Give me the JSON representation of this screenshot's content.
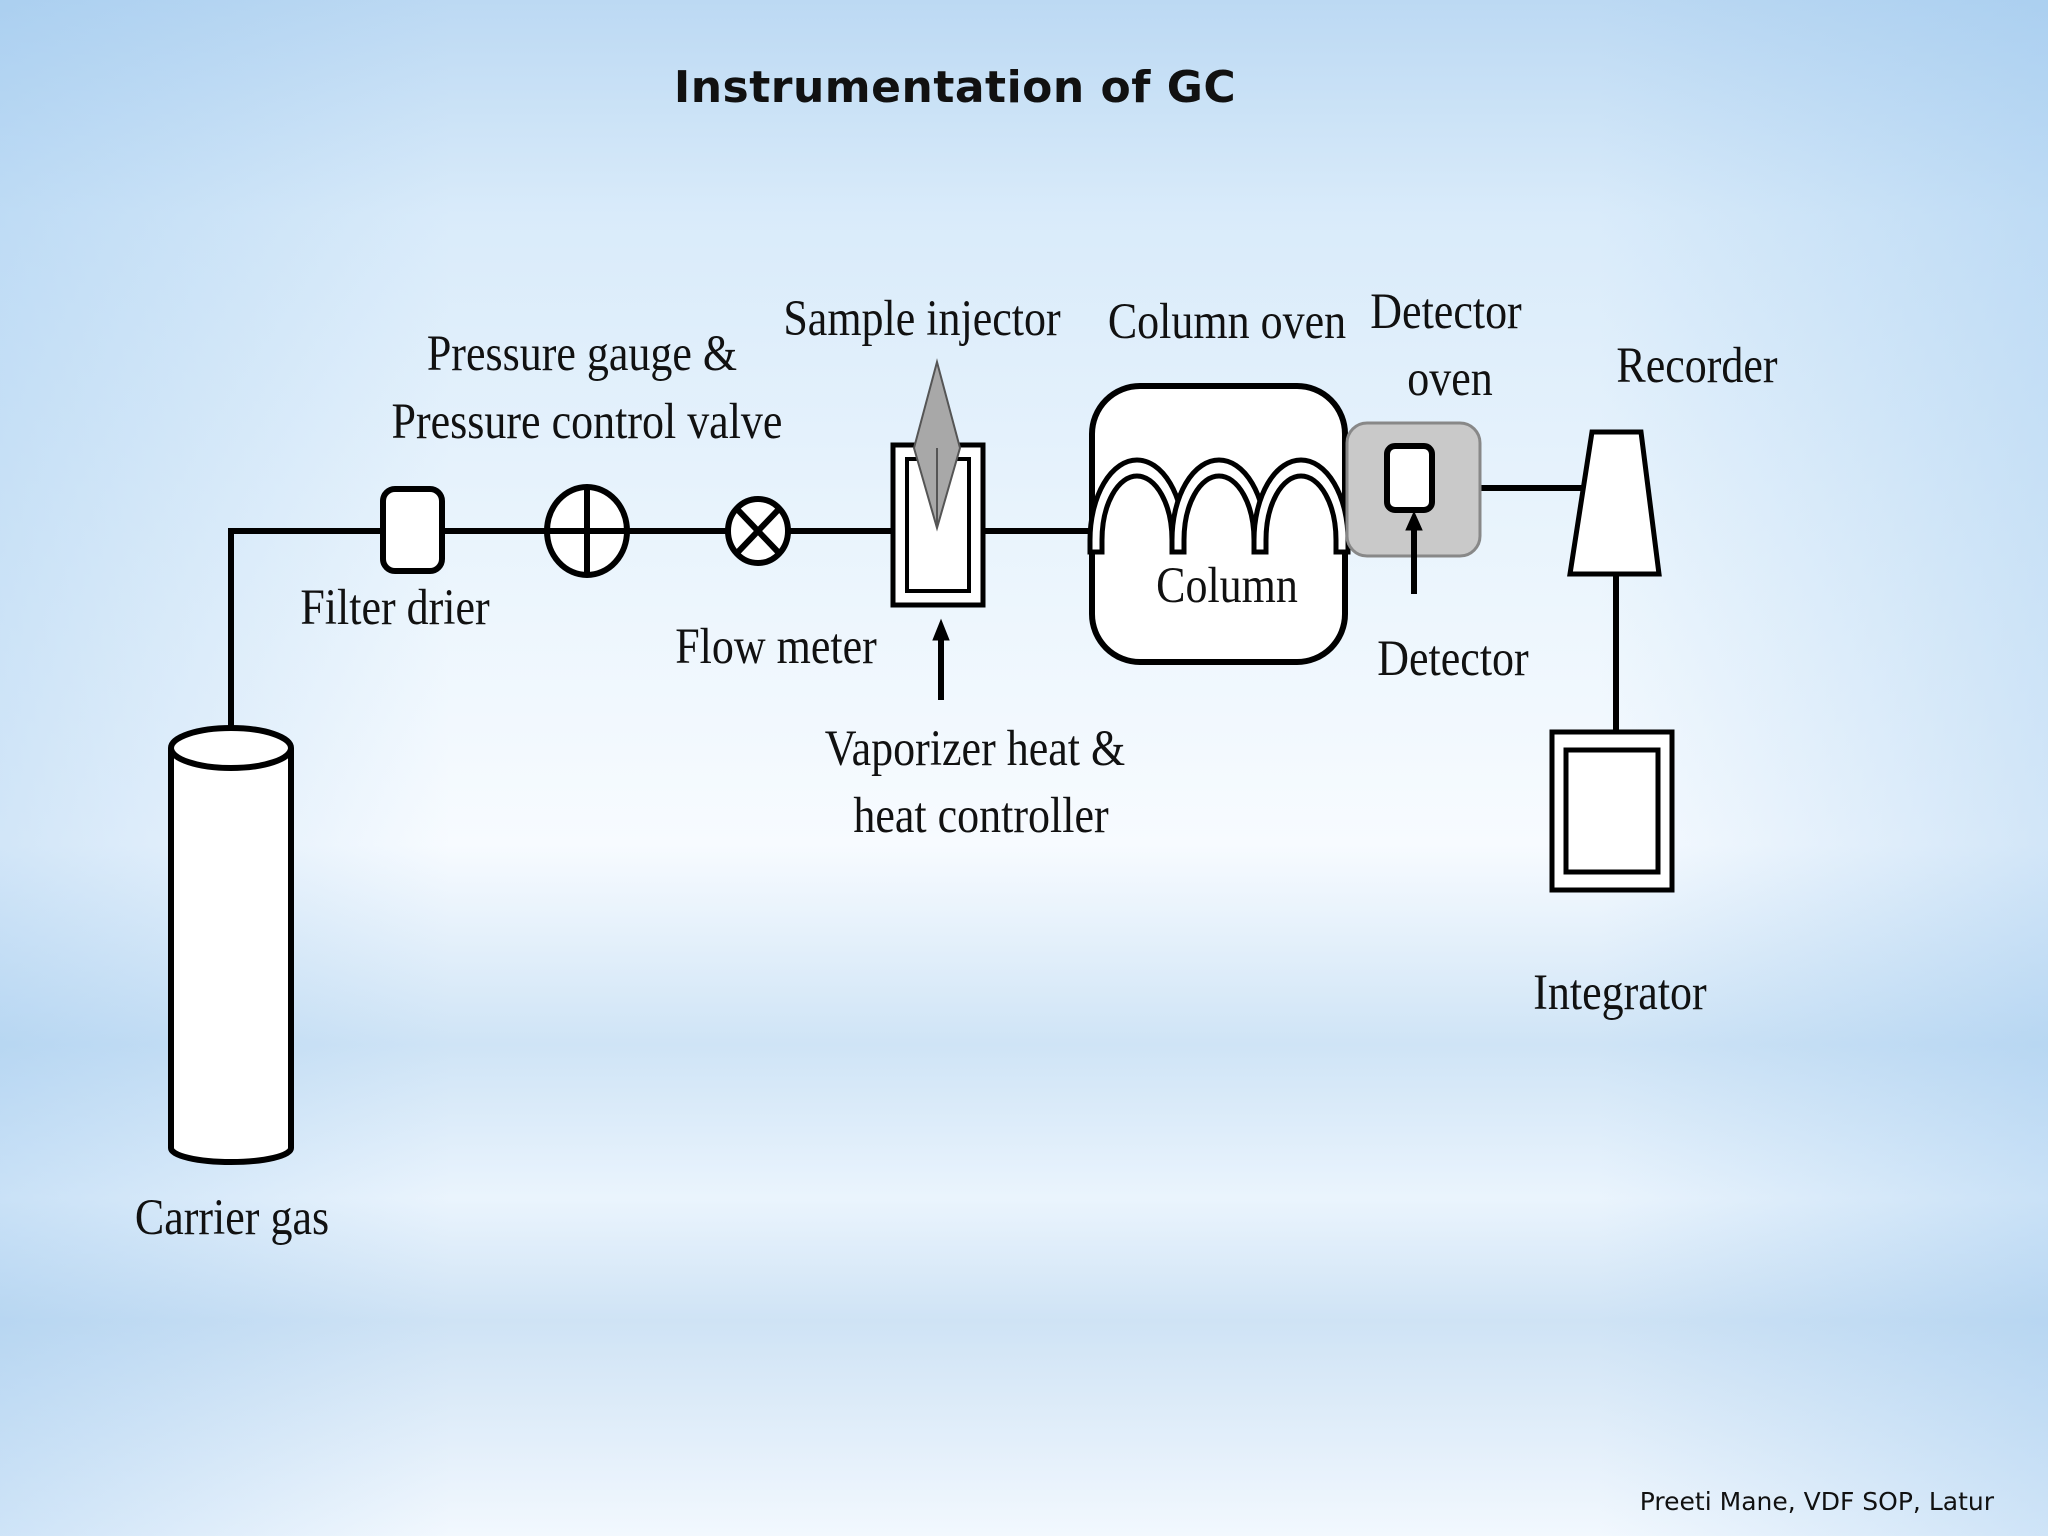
{
  "title": "Instrumentation of GC",
  "labels": {
    "pressure_gauge": [
      "Pressure gauge &",
      "Pressure control valve"
    ],
    "sample_injector": "Sample injector",
    "column_oven": "Column oven",
    "detector_oven": [
      "Detector",
      "oven"
    ],
    "recorder": "Recorder",
    "filter_drier": "Filter drier",
    "flow_meter": "Flow meter",
    "column": "Column",
    "detector": "Detector",
    "vaporizer": [
      "Vaporizer heat &",
      "heat controller"
    ],
    "integrator": "Integrator",
    "carrier_gas": "Carrier gas"
  },
  "credit": "Preeti Mane, VDF SOP, Latur",
  "colors": {
    "line": "#000000",
    "detector_oven_fill": "#c9c9c9",
    "injector_needle": "#a8a8a8"
  }
}
